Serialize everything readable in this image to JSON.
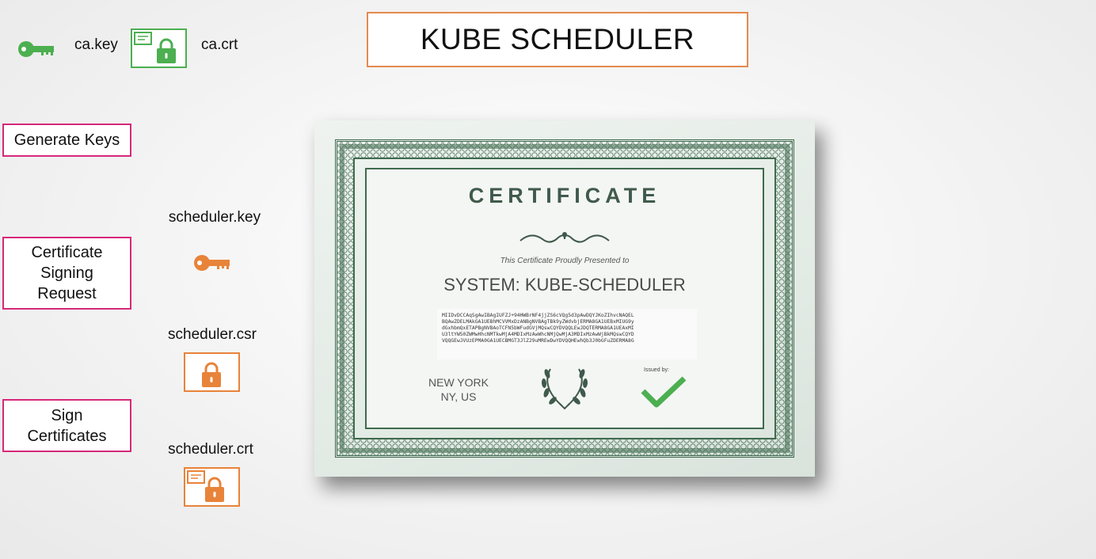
{
  "header": {
    "title": "KUBE SCHEDULER"
  },
  "ca": {
    "key_label": "ca.key",
    "crt_label": "ca.crt",
    "key_icon": "key-icon",
    "crt_icon": "certificate-lock-icon"
  },
  "steps": [
    {
      "label": "Generate Keys"
    },
    {
      "label_lines": [
        "Certificate",
        "Signing",
        "Request"
      ]
    },
    {
      "label_lines": [
        "Sign",
        "Certificates"
      ]
    }
  ],
  "files": {
    "key_label": "scheduler.key",
    "csr_label": "scheduler.csr",
    "crt_label": "scheduler.crt"
  },
  "certificate": {
    "heading": "CERTIFICATE",
    "presented_to": "This Certificate Proudly Presented to",
    "name": "SYSTEM: KUBE-SCHEDULER",
    "code": "MIIDvDCCAqSgAwIBAgIUFZJ+94HWBrNF4jjZS6cVQg5d3pAwDQYJKoZIhvcNAQEL\nBQAwZDELMAkGA1UEBhMCVVMxDzANBgNVBAgTBk9yZWdvbjERMA8GA1UEBxMIUG9y\ndGxhbmQxETAPBgNVBAoTCFN5bWFudGVjMQswCQYDVQQLEwJDQTERMA8GA1UEAxMI\nU3ltYW50ZWMwHhcNMTkwMjA4MDIxMzAwWhcNMjQwMjA3MDIxMzAwWjBkMQswCQYD\nVQQGEwJVUzEPMA0GA1UECBMGT3JlZ29uMREwDwYDVQQHEwhQb3J0bGFuZDERMA8G",
    "location_lines": [
      "NEW YORK",
      "NY, US"
    ],
    "issued_by": "Issued by:"
  },
  "colors": {
    "green": "#4caf50",
    "orange": "#e8833a",
    "pink": "#d6287a",
    "title_border": "#e58a4e",
    "cert_green": "#3f6a4e"
  }
}
